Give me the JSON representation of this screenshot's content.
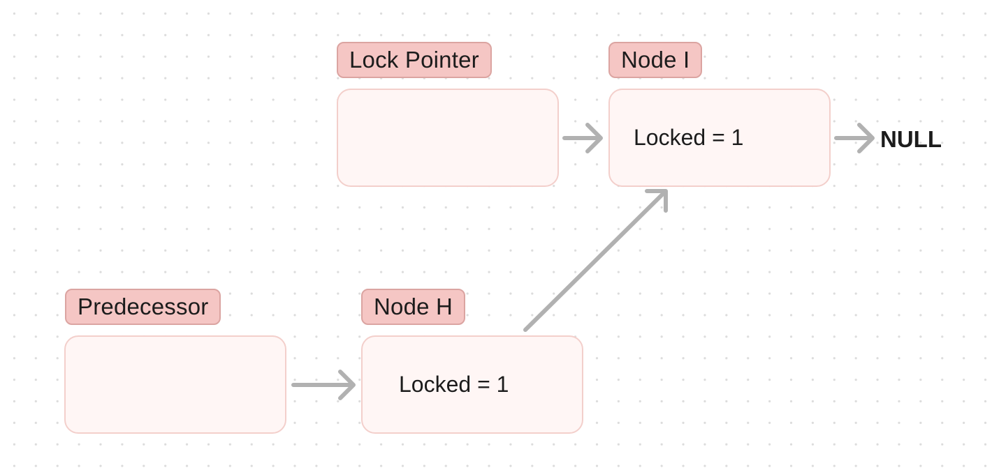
{
  "diagram": {
    "lock_pointer": {
      "label": "Lock Pointer",
      "content": ""
    },
    "node_i": {
      "label": "Node I",
      "content": "Locked = 1"
    },
    "predecessor": {
      "label": "Predecessor",
      "content": ""
    },
    "node_h": {
      "label": "Node H",
      "content": "Locked = 1"
    },
    "null_label": "NULL"
  },
  "colors": {
    "tag_fill": "#f5c6c4",
    "tag_border": "#dba4a1",
    "box_fill": "#fff6f5",
    "box_border": "#f3cfcb",
    "arrow": "#b1b1b1",
    "text": "#1c1c1c"
  }
}
